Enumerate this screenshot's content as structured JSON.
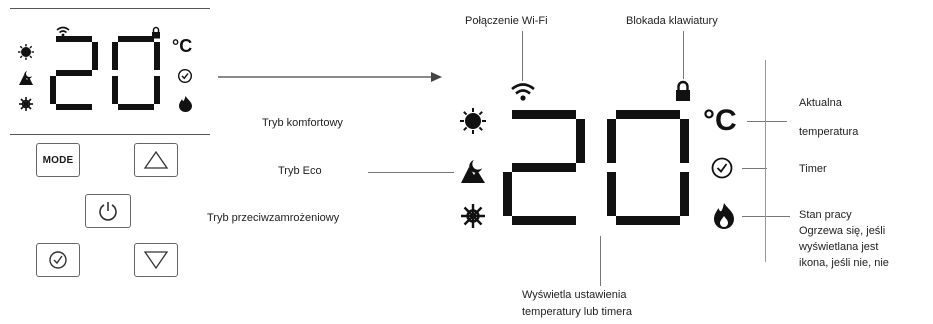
{
  "panel": {
    "unit": "°C",
    "digits": "20",
    "buttons": {
      "mode": "MODE"
    }
  },
  "display": {
    "unit": "°C",
    "digits": "20"
  },
  "labels": {
    "wifi": "Połączenie Wi-Fi",
    "lock": "Blokada klawiatury",
    "comfort": "Tryb komfortowy",
    "eco": "Tryb Eco",
    "antifreeze": "Tryb przeciwzamrożeniowy",
    "current_temp_1": "Aktualna",
    "current_temp_2": "temperatura",
    "timer": "Timer",
    "state_1": "Stan pracy",
    "state_2": "Ogrzewa się, jeśli",
    "state_3": "wyświetlana jest",
    "state_4": "ikona, jeśli nie, nie",
    "setting_1": "Wyświetla ustawienia",
    "setting_2": "temperatury lub timera"
  },
  "icons": {
    "panel": [
      "wifi-icon",
      "lock-icon",
      "sun-icon",
      "eco-icon",
      "snowflake-icon",
      "timer-icon",
      "flame-icon"
    ],
    "buttons": [
      "up-arrow-icon",
      "power-icon",
      "timer-icon",
      "down-arrow-icon"
    ]
  },
  "colors": {
    "ink": "#111111",
    "line": "#555555"
  }
}
